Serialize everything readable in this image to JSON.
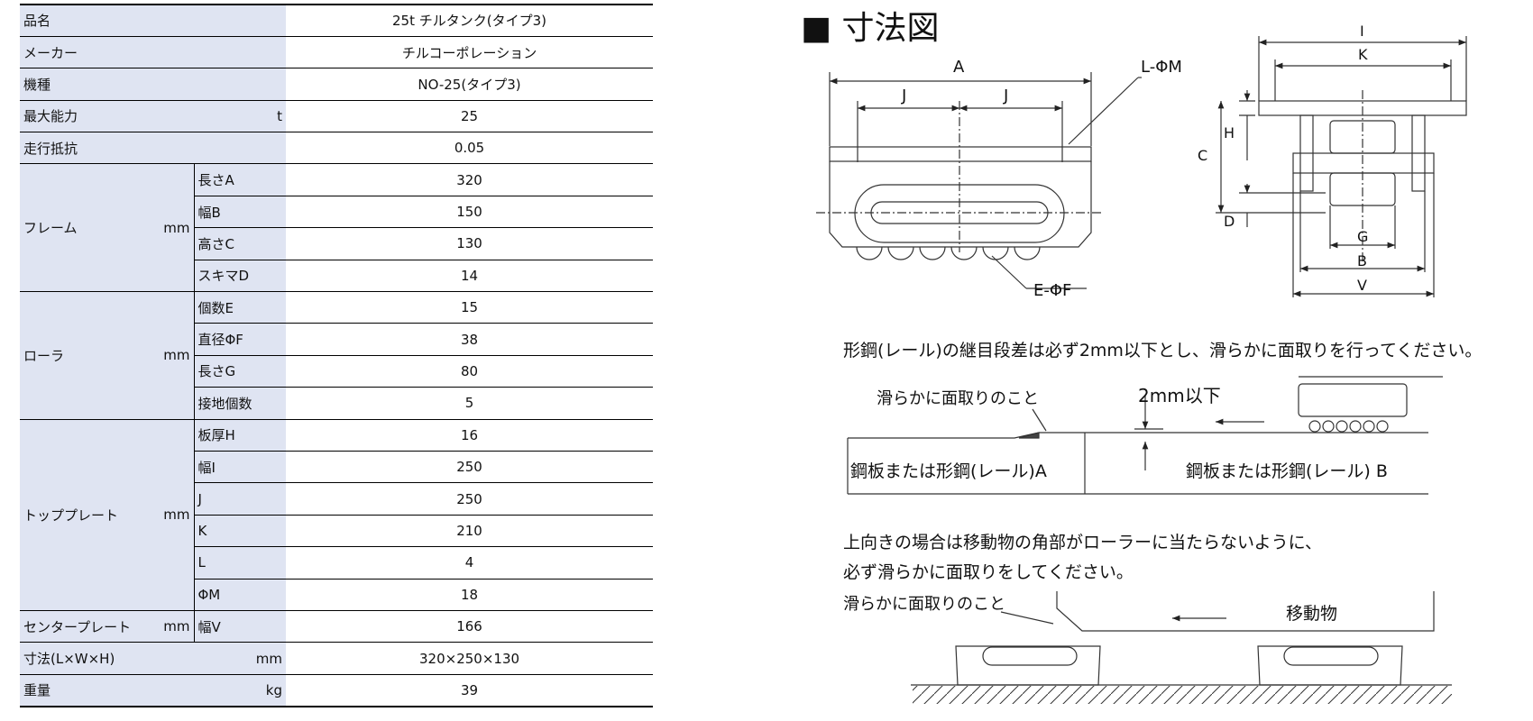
{
  "spec_table": {
    "rows": [
      {
        "label": "品名",
        "value": "25t チルタンク(タイプ3)"
      },
      {
        "label": "メーカー",
        "value": "チルコーポレーション"
      },
      {
        "label": "機種",
        "value": "NO-25(タイプ3)"
      },
      {
        "label": "最大能力",
        "unit": "t",
        "value": "25"
      },
      {
        "label": "走行抵抗",
        "value": "0.05"
      }
    ],
    "groups": [
      {
        "label": "フレーム",
        "unit": "mm",
        "items": [
          {
            "label": "長さA",
            "value": "320"
          },
          {
            "label": "幅B",
            "value": "150"
          },
          {
            "label": "高さC",
            "value": "130"
          },
          {
            "label": "スキマD",
            "value": "14"
          }
        ]
      },
      {
        "label": "ローラ",
        "unit": "mm",
        "items": [
          {
            "label": "個数E",
            "value": "15"
          },
          {
            "label": "直径ΦF",
            "value": "38"
          },
          {
            "label": "長さG",
            "value": "80"
          },
          {
            "label": "接地個数",
            "value": "5"
          }
        ]
      },
      {
        "label": "トッププレート",
        "unit": "mm",
        "items": [
          {
            "label": "板厚H",
            "value": "16"
          },
          {
            "label": "幅I",
            "value": "250"
          },
          {
            "label": "J",
            "value": "250"
          },
          {
            "label": "K",
            "value": "210"
          },
          {
            "label": "L",
            "value": "4"
          },
          {
            "label": "ΦM",
            "value": "18"
          }
        ]
      },
      {
        "label": "センタープレート",
        "unit": "mm",
        "items": [
          {
            "label": "幅V",
            "value": "166"
          }
        ]
      }
    ],
    "bottom_rows": [
      {
        "label": "寸法(L×W×H)",
        "unit": "mm",
        "value": "320×250×130"
      },
      {
        "label": "重量",
        "unit": "kg",
        "value": "39"
      }
    ]
  },
  "diagram": {
    "title": "■ 寸法図",
    "side_labels": {
      "A": "A",
      "J1": "J",
      "J2": "J",
      "LM": "L-ΦM",
      "EF": "E-ΦF"
    },
    "front_labels": {
      "I": "I",
      "K": "K",
      "H": "H",
      "C": "C",
      "D": "D",
      "G": "G",
      "B": "B",
      "V": "V"
    },
    "note1": "形鋼(レール)の継目段差は必ず2mm以下とし、滑らかに面取りを行ってください。",
    "rail": {
      "chamfer": "滑らかに面取りのこと",
      "step": "2mm以下",
      "rail_a": "鋼板または形鋼(レール)A",
      "rail_b": "鋼板または形鋼(レール) B"
    },
    "note2_line1": "上向きの場合は移動物の角部がローラーに当たらないように、",
    "note2_line2": "必ず滑らかに面取りをしてください。",
    "upward": {
      "chamfer": "滑らかに面取りのこと",
      "object": "移動物"
    }
  }
}
